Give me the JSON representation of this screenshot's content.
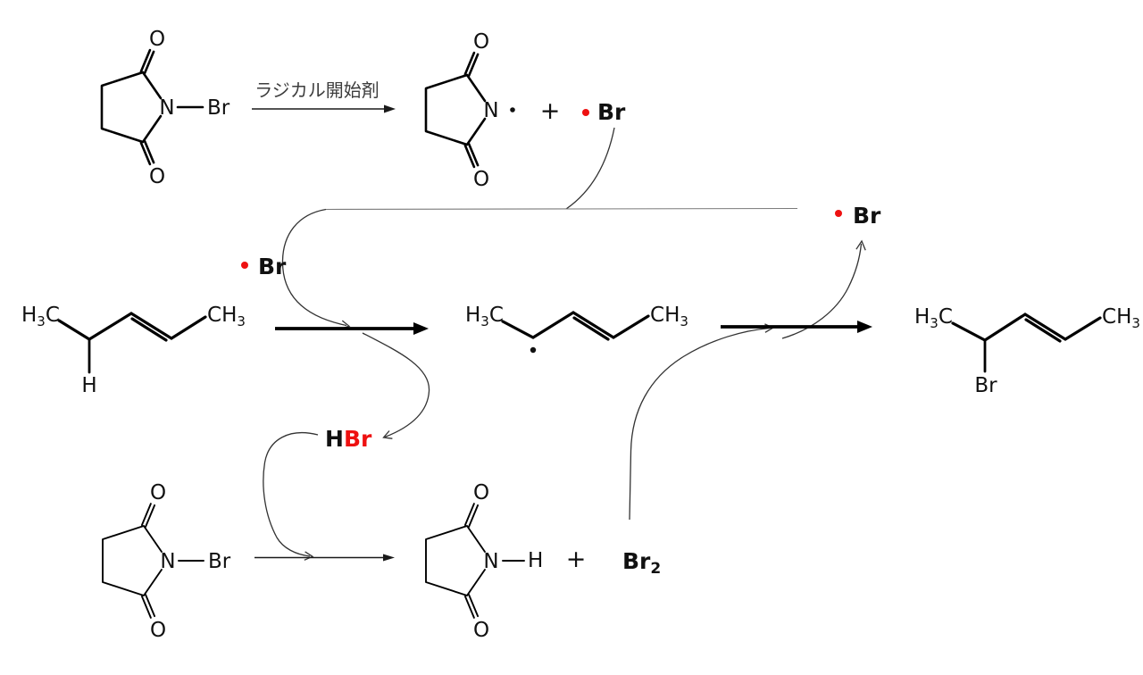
{
  "colors": {
    "highlight_red": "#ee1111",
    "ink": "#111111",
    "line_gray": "#7a7a7a"
  },
  "text": {
    "initiator_label": "ラジカル開始剤",
    "atom_O": "O",
    "atom_N": "N",
    "atom_H": "H",
    "atom_C": "C",
    "atom_Br": "Br",
    "subscript_three": "3",
    "subscript_two": "2",
    "plus_sign": "+"
  }
}
